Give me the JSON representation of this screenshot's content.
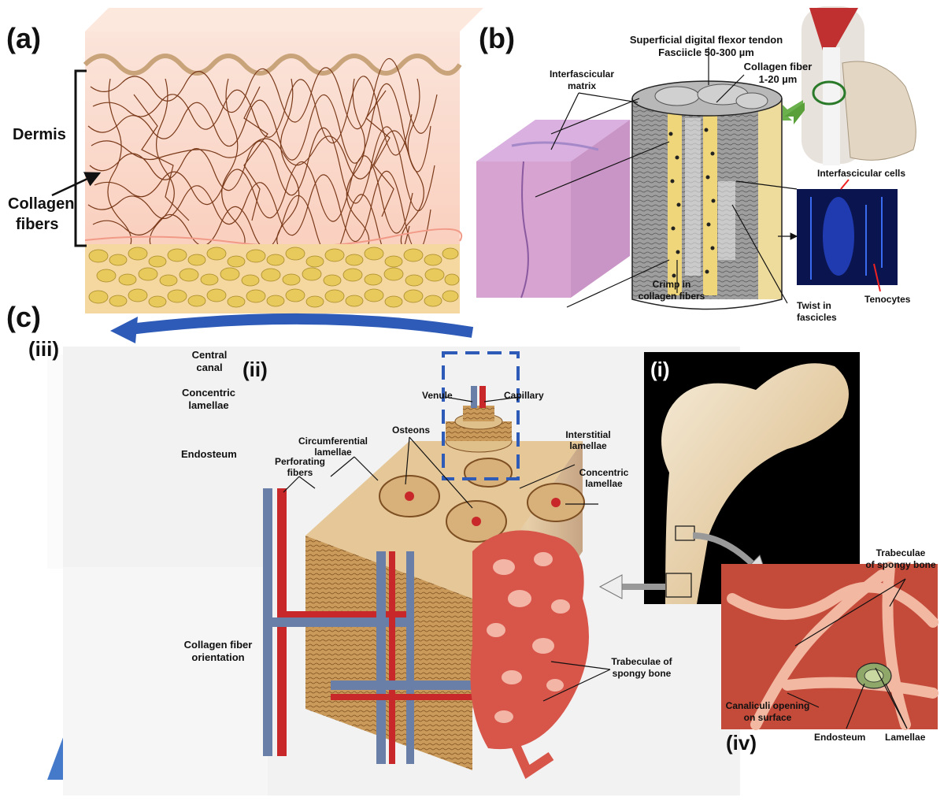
{
  "panel_a": {
    "letter": "(a)",
    "dermis": "Dermis",
    "collagen_line1": "Collagen",
    "collagen_line2": "fibers"
  },
  "panel_b": {
    "letter": "(b)",
    "tendon_line1": "Superficial digital flexor tendon",
    "tendon_line2": "Fasciicle 50-300 µm",
    "fiber_line1": "Collagen fiber",
    "fiber_line2": "1-20 µm",
    "matrix_line1": "Interfascicular",
    "matrix_line2": "matrix",
    "interfascicular_cells": "Interfascicular cells",
    "crimp_line1": "Crimp in",
    "crimp_line2": "collagen fibers",
    "twist_line1": "Twist in",
    "twist_line2": "fascicles",
    "tenocytes": "Tenocytes"
  },
  "panel_c": {
    "letter": "(c)",
    "iii": {
      "letter": "(iii)",
      "central_line1": "Central",
      "central_line2": "canal",
      "concentric_line1": "Concentric",
      "concentric_line2": "lamellae",
      "endosteum": "Endosteum",
      "orientation_line1": "Collagen fiber",
      "orientation_line2": "orientation"
    },
    "ii": {
      "letter": "(ii)",
      "venule": "Venule",
      "capillary": "Capillary",
      "circ_line1": "Circumferential",
      "circ_line2": "lamellae",
      "osteons": "Osteons",
      "interstitial_line1": "Interstitial",
      "interstitial_line2": "lamellae",
      "concentric_line1": "Concentric",
      "concentric_line2": "lamellae",
      "perforating_line1": "Perforating",
      "perforating_line2": "fibers",
      "trabeculae_line1": "Trabeculae of",
      "trabeculae_line2": "spongy bone"
    },
    "i": {
      "letter": "(i)"
    },
    "iv": {
      "letter": "(iv)",
      "trabeculae_line1": "Trabeculae",
      "trabeculae_line2": "of spongy bone",
      "canaliculi_line1": "Canaliculi opening",
      "canaliculi_line2": "on surface",
      "endosteum": "Endosteum",
      "lamellae": "Lamellae"
    }
  },
  "colors": {
    "skin": "#fbd3c2",
    "fiber": "#7a3a1a",
    "fat": "#e8c95c",
    "tendon_gray": "#a8a8a8",
    "histology": "#d9a6d6",
    "fluorescence": "#0a1a6a",
    "arrow_blue": "#2e5bb8",
    "vessel_red": "#c8282a",
    "vessel_blue": "#6a7fa8",
    "bone_tan": "#c99a5a",
    "spongy_red": "#d8554a"
  }
}
